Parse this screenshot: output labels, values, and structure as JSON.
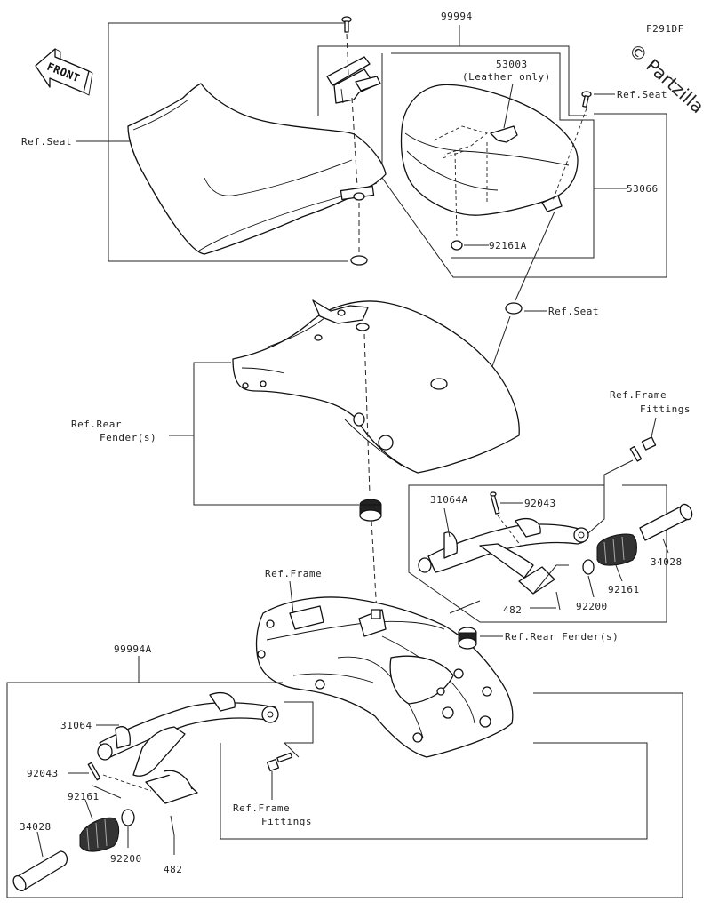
{
  "figure_code": "F291DF",
  "watermark": "© Partzilla",
  "front_label": "FRONT",
  "parts": {
    "p99994": "99994",
    "p99994a": "99994A",
    "p53003": "53003",
    "p53003_note": "(Leather only)",
    "p53066": "53066",
    "p92161a": "92161A",
    "p31064a": "31064A",
    "p92043_r": "92043",
    "p34028_r": "34028",
    "p92161_r": "92161",
    "p92200_r": "92200",
    "p482_r": "482",
    "p31064": "31064",
    "p92043_l": "92043",
    "p92161_l": "92161",
    "p34028_l": "34028",
    "p92200_l": "92200",
    "p482_l": "482"
  },
  "refs": {
    "seat_left": "Ref.Seat",
    "seat_top_right": "Ref.Seat",
    "seat_mid": "Ref.Seat",
    "rear_fender_1": "Ref.Rear",
    "rear_fender_2": "Fender(s)",
    "frame_fittings_r1": "Ref.Frame",
    "frame_fittings_r2": "Fittings",
    "frame": "Ref.Frame",
    "rear_fender_r": "Ref.Rear Fender(s)",
    "frame_fittings_l1": "Ref.Frame",
    "frame_fittings_l2": "Fittings"
  }
}
